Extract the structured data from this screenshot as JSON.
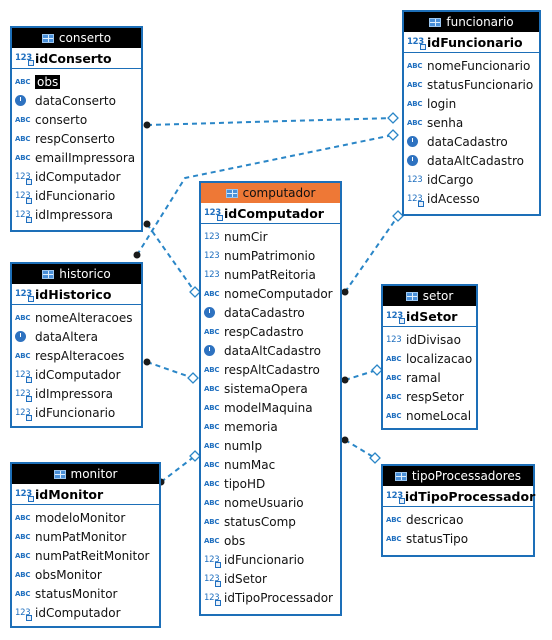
{
  "entities": {
    "conserto": {
      "title": "conserto",
      "pk": "idConserto",
      "attrs": [
        {
          "name": "obs",
          "type": "text"
        },
        {
          "name": "dataConserto",
          "type": "date"
        },
        {
          "name": "conserto",
          "type": "text"
        },
        {
          "name": "respConserto",
          "type": "text"
        },
        {
          "name": "emailImpressora",
          "type": "text"
        },
        {
          "name": "idComputador",
          "type": "fk"
        },
        {
          "name": "idFuncionario",
          "type": "fk"
        },
        {
          "name": "idImpressora",
          "type": "fk"
        }
      ]
    },
    "funcionario": {
      "title": "funcionario",
      "pk": "idFuncionario",
      "attrs": [
        {
          "name": "nomeFuncionario",
          "type": "text"
        },
        {
          "name": "statusFuncionario",
          "type": "text"
        },
        {
          "name": "login",
          "type": "text"
        },
        {
          "name": "senha",
          "type": "text"
        },
        {
          "name": "dataCadastro",
          "type": "date"
        },
        {
          "name": "dataAltCadastro",
          "type": "date"
        },
        {
          "name": "idCargo",
          "type": "num"
        },
        {
          "name": "idAcesso",
          "type": "fk"
        }
      ]
    },
    "computador": {
      "title": "computador",
      "pk": "idComputador",
      "attrs": [
        {
          "name": "numCir",
          "type": "num"
        },
        {
          "name": "numPatrimonio",
          "type": "num"
        },
        {
          "name": "numPatReitoria",
          "type": "num"
        },
        {
          "name": "nomeComputador",
          "type": "text"
        },
        {
          "name": "dataCadastro",
          "type": "date"
        },
        {
          "name": "respCadastro",
          "type": "text"
        },
        {
          "name": "dataAltCadastro",
          "type": "date"
        },
        {
          "name": "respAltCadastro",
          "type": "text"
        },
        {
          "name": "sistemaOpera",
          "type": "text"
        },
        {
          "name": "modelMaquina",
          "type": "text"
        },
        {
          "name": "memoria",
          "type": "text"
        },
        {
          "name": "numIp",
          "type": "text"
        },
        {
          "name": "numMac",
          "type": "text"
        },
        {
          "name": "tipoHD",
          "type": "text"
        },
        {
          "name": "nomeUsuario",
          "type": "text"
        },
        {
          "name": "statusComp",
          "type": "text"
        },
        {
          "name": "obs",
          "type": "text"
        },
        {
          "name": "idFuncionario",
          "type": "fk"
        },
        {
          "name": "idSetor",
          "type": "fk"
        },
        {
          "name": "idTipoProcessador",
          "type": "fk"
        }
      ]
    },
    "historico": {
      "title": "historico",
      "pk": "idHistorico",
      "attrs": [
        {
          "name": "nomeAlteracoes",
          "type": "text"
        },
        {
          "name": "dataAltera",
          "type": "date"
        },
        {
          "name": "respAlteracoes",
          "type": "text"
        },
        {
          "name": "idComputador",
          "type": "fk"
        },
        {
          "name": "idImpressora",
          "type": "fk"
        },
        {
          "name": "idFuncionario",
          "type": "fk"
        }
      ]
    },
    "setor": {
      "title": "setor",
      "pk": "idSetor",
      "attrs": [
        {
          "name": "idDivisao",
          "type": "num"
        },
        {
          "name": "localizacao",
          "type": "text"
        },
        {
          "name": "ramal",
          "type": "text"
        },
        {
          "name": "respSetor",
          "type": "text"
        },
        {
          "name": "nomeLocal",
          "type": "text"
        }
      ]
    },
    "monitor": {
      "title": "monitor",
      "pk": "idMonitor",
      "attrs": [
        {
          "name": "modeloMonitor",
          "type": "text"
        },
        {
          "name": "numPatMonitor",
          "type": "text"
        },
        {
          "name": "numPatReitMonitor",
          "type": "text"
        },
        {
          "name": "obsMonitor",
          "type": "text"
        },
        {
          "name": "statusMonitor",
          "type": "text"
        },
        {
          "name": "idComputador",
          "type": "fk"
        }
      ]
    },
    "tipoProcessadores": {
      "title": "tipoProcessadores",
      "pk": "idTipoProcessador",
      "attrs": [
        {
          "name": "descricao",
          "type": "text"
        },
        {
          "name": "statusTipo",
          "type": "text"
        }
      ]
    }
  },
  "icons": {
    "text": "abc-type-icon",
    "date": "clock-type-icon",
    "num": "numeric-type-icon",
    "fk": "foreign-key-icon",
    "pk": "primary-key-icon"
  },
  "colors": {
    "border": "#1d6fb8",
    "header": "#000000",
    "selected_header": "#ee7836",
    "connector": "#2a86c7"
  }
}
